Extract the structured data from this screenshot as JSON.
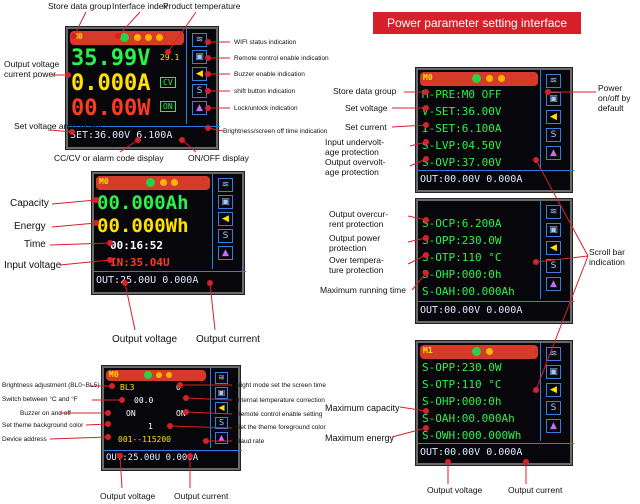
{
  "title": "Power parameter setting interface",
  "screen1": {
    "annotations": {
      "store_group": "Store data group",
      "interface_index": "Interface index",
      "product_temp": "Product temperature",
      "output": "Output voltage\ncurrent power",
      "wifi": "WIFI status indication",
      "remote": "Remote control enable indication",
      "buzzer": "Buzzer enable indication",
      "shift": "shift button indication",
      "lock": "Lock/unlock indication",
      "brightness": "Brightness/screen off time indication",
      "set": "Set voltage\nand current",
      "cccv": "CC/CV or alarm code display",
      "onoff": "ON/OFF display"
    },
    "group": "M0",
    "voltage": "35.99V",
    "current": "0.000A",
    "power": "00.00W",
    "temp": "29.1",
    "mode": "CV",
    "state": "ON",
    "status": "SET:36.00V 6.100A"
  },
  "screen2": {
    "annotations": {
      "capacity": "Capacity",
      "energy": "Energy",
      "time": "Time",
      "input_voltage": "Input voltage",
      "out_v": "Output voltage",
      "out_c": "Output current"
    },
    "group": "M0",
    "capacity": "00.000Ah",
    "energy": "00.000Wh",
    "time": "00:16:52",
    "input": "IN:35.04U",
    "status": "OUT:25.00U 0.000A"
  },
  "screen3": {
    "annotations": {
      "bl": "Brightness adjustment (BL0~BL5)",
      "cf": "Switch between °C and °F",
      "buzzer": "Buzzer on and off",
      "bg": "Set theme background color",
      "addr": "Device address",
      "night": "Night mode set the screen time",
      "temp_corr": "Internal temperature correction",
      "remote": "Remote control enable setting",
      "fg": "Set the theme foreground color",
      "baud": "Baud rate",
      "out_v": "Output voltage",
      "out_c": "Output current"
    },
    "group": "M0",
    "bl": "BL3",
    "night": "0",
    "temp": "00.0",
    "buz": "ON",
    "rem": "ON",
    "fg": "1",
    "addr": "001--115200",
    "status": "OUT:25.00U 0.000A"
  },
  "screen4": {
    "annotations": {
      "store": "Store data group",
      "setv": "Set voltage",
      "setc": "Set current",
      "lvp": "Input undervolt-\nage protection",
      "ovp": "Output overvolt-\nage protection",
      "power": "Power\non/off by\ndefault"
    },
    "group": "M0",
    "rows": [
      "M-PRE:M0 OFF",
      "V-SET:36.00V",
      "I-SET:6.100A",
      "S-LVP:04.50V",
      "S-OVP:37.00V"
    ],
    "status": "OUT:00.00V 0.000A"
  },
  "screen5": {
    "annotations": {
      "ocp": "Output overcur-\nrent protection",
      "opp": "Output power\nprotection",
      "otp": "Over tempera-\nture protection",
      "ohp": "Maximum running time",
      "scroll": "Scroll bar\nindication"
    },
    "rows": [
      "S-OCP:6.200A",
      "S-OPP:230.0W",
      "S-OTP:110 °C",
      "S-OHP:000:0h",
      "S-OAH:00.000Ah"
    ],
    "status": "OUT:00.00V 0.000A"
  },
  "screen6": {
    "annotations": {
      "cap": "Maximum capacity",
      "energy": "Maximum energy",
      "out_v": "Output voltage",
      "out_c": "Output current"
    },
    "group": "M1",
    "rows": [
      "S-OPP:230.0W",
      "S-OTP:110 °C",
      "S-OHP:000:0h",
      "S-OAH:00.000Ah",
      "S-OWH:000.000Wh"
    ],
    "status": "OUT:00.00V 0.000A"
  },
  "colors": {
    "accent": "#d7202a",
    "lcd_green": "#29f24a",
    "lcd_yellow": "#ffe100",
    "lcd_red": "#ff3b1f"
  }
}
